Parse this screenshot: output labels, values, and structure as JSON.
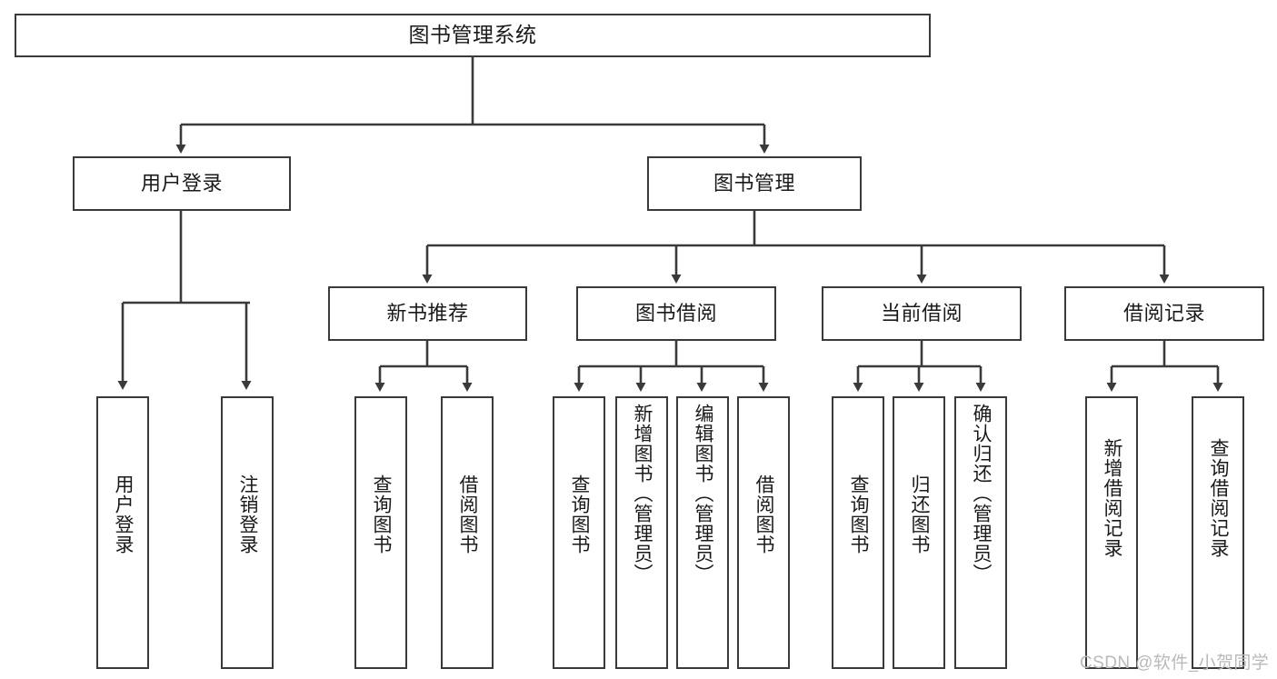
{
  "diagram": {
    "title": "图书管理系统",
    "type": "tree",
    "watermark": "CSDN @软件_小贺同学",
    "colors": {
      "box_border": "#3a3a3a",
      "box_fill": "#ffffff",
      "connector": "#3a3a3a",
      "text": "#1a1a1a",
      "watermark": "#b9b9b9"
    },
    "nodes": {
      "root": {
        "label": "图书管理系统"
      },
      "level2": [
        {
          "id": "user-login",
          "label": "用户登录"
        },
        {
          "id": "book-manage",
          "label": "图书管理"
        }
      ],
      "level3": [
        {
          "id": "new-book-recommend",
          "label": "新书推荐"
        },
        {
          "id": "book-borrow",
          "label": "图书借阅"
        },
        {
          "id": "current-borrow",
          "label": "当前借阅"
        },
        {
          "id": "borrow-record",
          "label": "借阅记录"
        }
      ],
      "leaves": {
        "user-login": [
          {
            "id": "leaf-user-login",
            "label": "用户登录"
          },
          {
            "id": "leaf-logout",
            "label": "注销登录"
          }
        ],
        "new-book-recommend": [
          {
            "id": "leaf-query-book-1",
            "label": "查询图书"
          },
          {
            "id": "leaf-borrow-book-1",
            "label": "借阅图书"
          }
        ],
        "book-borrow": [
          {
            "id": "leaf-query-book-2",
            "label": "查询图书"
          },
          {
            "id": "leaf-add-book",
            "label": "新增图书（管理员）"
          },
          {
            "id": "leaf-edit-book",
            "label": "编辑图书（管理员）"
          },
          {
            "id": "leaf-borrow-book-2",
            "label": "借阅图书"
          }
        ],
        "current-borrow": [
          {
            "id": "leaf-query-book-3",
            "label": "查询图书"
          },
          {
            "id": "leaf-return-book",
            "label": "归还图书"
          },
          {
            "id": "leaf-confirm-return",
            "label": "确认归还（管理员）"
          }
        ],
        "borrow-record": [
          {
            "id": "leaf-add-record",
            "label": "新增借阅记录"
          },
          {
            "id": "leaf-query-record",
            "label": "查询借阅记录"
          }
        ]
      }
    }
  }
}
